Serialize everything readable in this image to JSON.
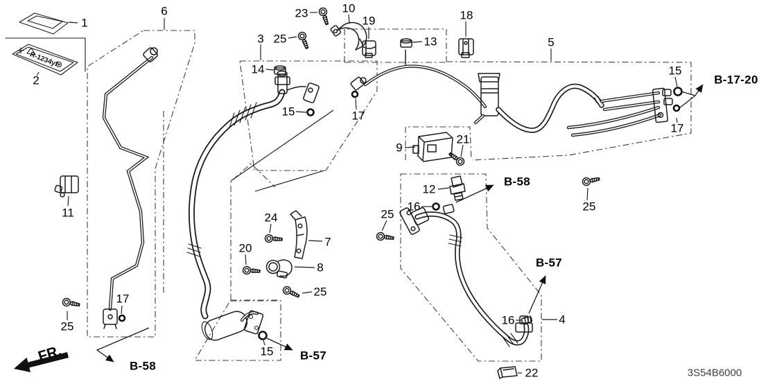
{
  "diagram": {
    "code": "3S54B6000",
    "direction_label": "FR.",
    "refrigerant_label": "R-1234yf"
  },
  "callouts": [
    "1",
    "2",
    "6",
    "23",
    "10",
    "19",
    "13",
    "18",
    "5",
    "3",
    "25",
    "14",
    "15",
    "17",
    "15",
    "17",
    "9",
    "21",
    "12",
    "16",
    "25",
    "25",
    "24",
    "7",
    "20",
    "8",
    "25",
    "25",
    "17",
    "15",
    "16",
    "4",
    "22",
    "11"
  ],
  "refs": [
    "B-17-20",
    "B-58",
    "B-58",
    "B-57",
    "B-57"
  ]
}
